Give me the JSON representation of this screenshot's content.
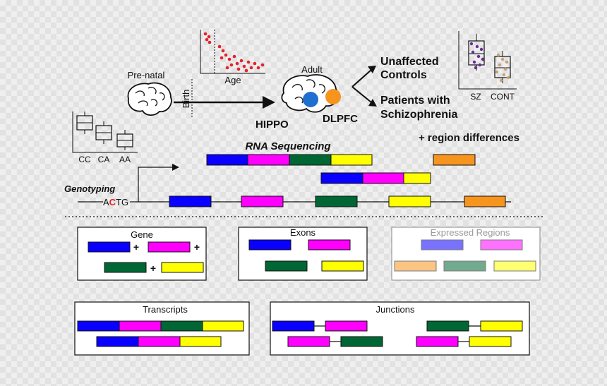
{
  "timeline": {
    "prenatal": "Pre-natal",
    "birth": "Birth",
    "age": "Age",
    "adult": "Adult",
    "hippo": "HIPPO",
    "dlpfc": "DLPFC"
  },
  "outcomes": {
    "controls_line1": "Unaffected",
    "controls_line2": "Controls",
    "patients_line1": "Patients with",
    "patients_line2": "Schizophrenia",
    "boxplot_labels": [
      "SZ",
      "CONT"
    ]
  },
  "genotype": {
    "label": "Genotyping",
    "seq_prefix": "A",
    "seq_highlight": "C",
    "seq_suffix": "TG",
    "boxplot_labels": [
      "CC",
      "CA",
      "AA"
    ]
  },
  "sequencing": {
    "title": "RNA Sequencing",
    "region_differences": "+ region differences"
  },
  "panels": {
    "gene": "Gene",
    "exons": "Exons",
    "expressed_regions": "Expressed Regions",
    "transcripts": "Transcripts",
    "junctions": "Junctions",
    "plus": "+"
  },
  "colors": {
    "blue": "#0a00ff",
    "magenta": "#ff00ff",
    "green": "#006633",
    "yellow": "#ffff00",
    "orange": "#f7941d",
    "red_dot": "#e8202a",
    "hippo_blue": "#1f6fd1",
    "dlpfc_orange": "#f7941d",
    "purple_dot": "#6a2c91",
    "tan_dot": "#c8a07a"
  }
}
